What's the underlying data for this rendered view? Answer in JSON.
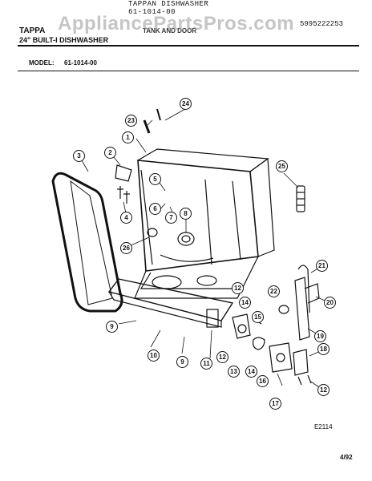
{
  "watermark": "AppliancePartsPros.com",
  "header": {
    "line1": "TAPPAN DISHWASHER",
    "line2": "61-1014-00",
    "brand": "TAPPA",
    "subtitle": "24\" BUILT-I DISHWASHER",
    "partial_title": "TANK AND DOOR",
    "part_number": "5995222253"
  },
  "model": {
    "label": "MODEL:",
    "value": "61-1014-00"
  },
  "callouts": [
    "1",
    "2",
    "3",
    "4",
    "5",
    "6",
    "7",
    "8",
    "9",
    "10",
    "11",
    "12",
    "13",
    "14",
    "15",
    "16",
    "17",
    "18",
    "19",
    "20",
    "21",
    "22",
    "23",
    "24",
    "25",
    "26"
  ],
  "footer": {
    "figure_code": "E2114",
    "date": "4/92"
  }
}
